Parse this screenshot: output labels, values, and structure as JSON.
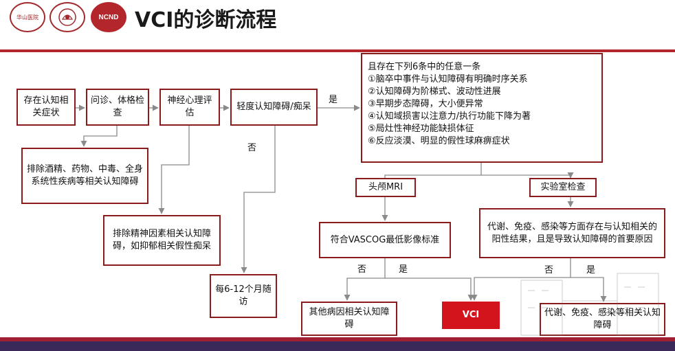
{
  "header": {
    "title": "VCI的诊断流程",
    "logo1_text": "华山医院",
    "logo2_text": "",
    "logo3_text": "NCND"
  },
  "nodes": {
    "n1": "存在认知相关症状",
    "n2": "问诊、体格检查",
    "n3": "神经心理评估",
    "n4": "轻度认知障碍/痴呆",
    "exclude1": "排除酒精、药物、中毒、全身系统性疾病等相关认知障碍",
    "exclude2": "排除精神因素相关认知障碍，如抑郁相关假性痴呆",
    "followup": "每6-12个月随访",
    "criteria_title": "且存在下列6条中的任意一条",
    "criteria": [
      "①脑卒中事件与认知障碍有明确时序关系",
      "②认知障碍为阶梯式、波动性进展",
      "③早期步态障碍，大小便异常",
      "④认知域损害以注意力/执行功能下降为著",
      "⑤局灶性神经功能缺损体征",
      "⑥反应淡漠、明显的假性球麻痹症状"
    ],
    "mri": "头颅MRI",
    "lab": "实验室检查",
    "vascog": "符合VASCOG最低影像标准",
    "metabolic": "代谢、免疫、感染等方面存在与认知相关的阳性结果，且是导致认知障碍的首要原因",
    "other": "其他病因相关认知障碍",
    "vci": "VCI",
    "metabolic_ci": "代谢、免疫、感染等相关认知障碍"
  },
  "edge_labels": {
    "yes_top": "是",
    "no_top": "否",
    "no_mri": "否",
    "yes_mri": "是",
    "no_lab": "否",
    "yes_lab": "是"
  },
  "colors": {
    "accent": "#b3262b",
    "box_border": "#8b1a1a",
    "vci_fill": "#d4141c",
    "line": "#8a8a8a"
  }
}
